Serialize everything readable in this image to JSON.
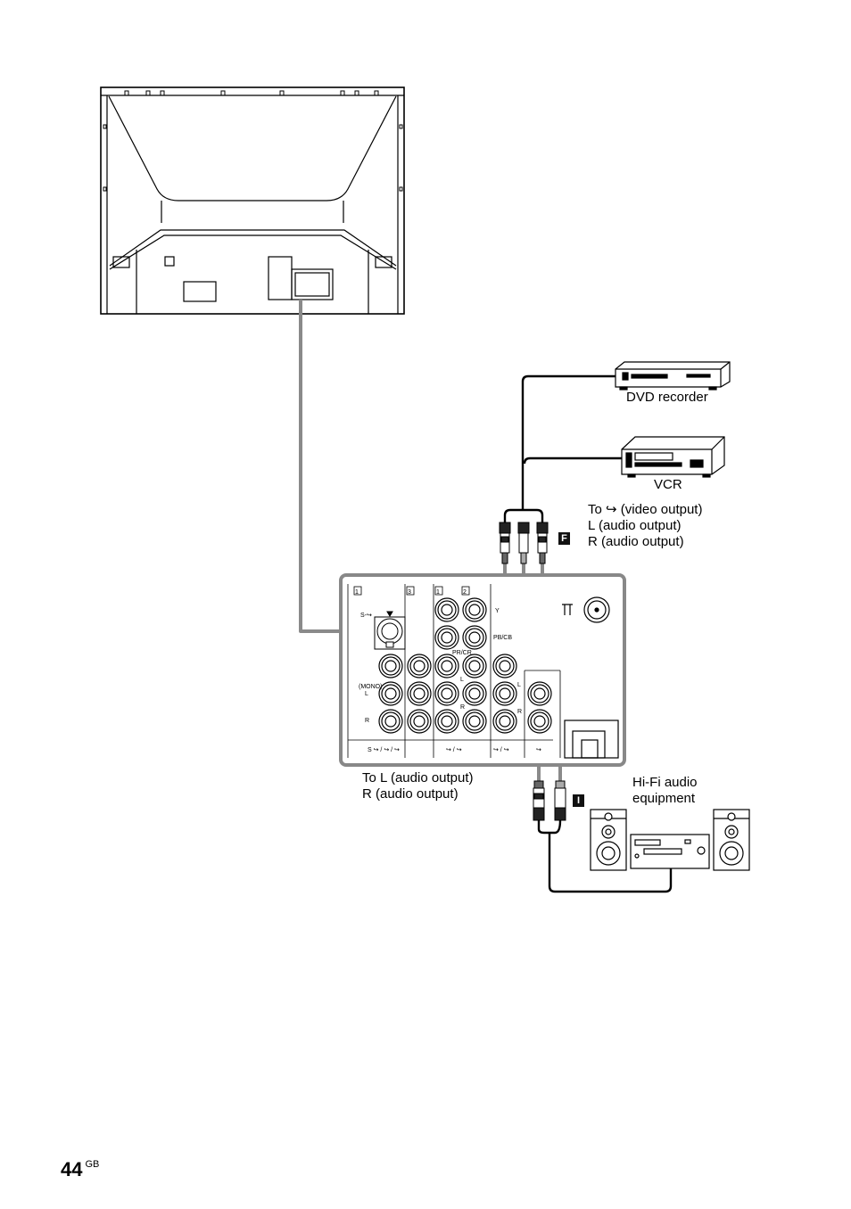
{
  "labels": {
    "dvd_recorder": "DVD recorder",
    "vcr": "VCR",
    "vcr_outputs": [
      "To ↪ (video output)",
      "L (audio output)",
      "R (audio output)"
    ],
    "to_audio_output": [
      "To L (audio output)",
      "R (audio output)"
    ],
    "hifi": [
      "Hi-Fi audio",
      "equipment"
    ]
  },
  "badges": {
    "f": "F",
    "i": "I"
  },
  "panel_text": {
    "sec1": "1",
    "sec3": "3",
    "sec1b": "1",
    "sec2": "2",
    "s_video": "S-↪",
    "y": "Y",
    "pb_cb": "PB/CB",
    "pr_cr": "PR/CR",
    "mono": "(MONO)",
    "l_left": "L",
    "r_left": "R",
    "l_mid": "L",
    "r_mid": "R",
    "l_out": "L",
    "r_out": "R",
    "foot1": "S ↪ / ↪ / ↪",
    "foot2": "↪ / ↪",
    "foot3": "↪ / ↪",
    "foot4": "↪"
  },
  "page": {
    "number": "44",
    "suffix": "GB"
  },
  "colors": {
    "cable_gray": "#8a8a8a",
    "line": "#000000",
    "panel_edge": "#888888"
  }
}
